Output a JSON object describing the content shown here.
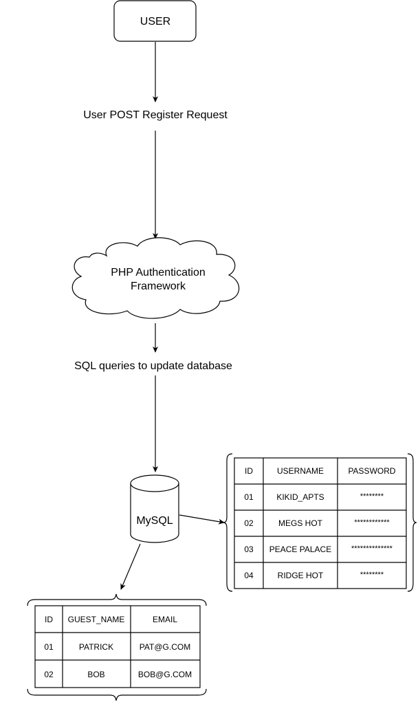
{
  "nodes": {
    "user": "USER",
    "request_label": "User POST Register Request",
    "framework_line1": "PHP Authentication",
    "framework_line2": "Framework",
    "sql_label": "SQL queries to update database",
    "database": "MySQL"
  },
  "users_table": {
    "headers": [
      "ID",
      "USERNAME",
      "PASSWORD"
    ],
    "rows": [
      [
        "01",
        "KIKID_APTS",
        "********"
      ],
      [
        "02",
        "MEGS HOT",
        "************"
      ],
      [
        "03",
        "PEACE PALACE",
        "**************"
      ],
      [
        "04",
        "RIDGE HOT",
        "********"
      ]
    ]
  },
  "guests_table": {
    "headers": [
      "ID",
      "GUEST_NAME",
      "EMAIL"
    ],
    "rows": [
      [
        "01",
        "PATRICK",
        "PAT@G.COM"
      ],
      [
        "02",
        "BOB",
        "BOB@G.COM"
      ]
    ]
  },
  "colors": {
    "stroke": "#000000",
    "fill": "#ffffff",
    "text": "#000000"
  }
}
